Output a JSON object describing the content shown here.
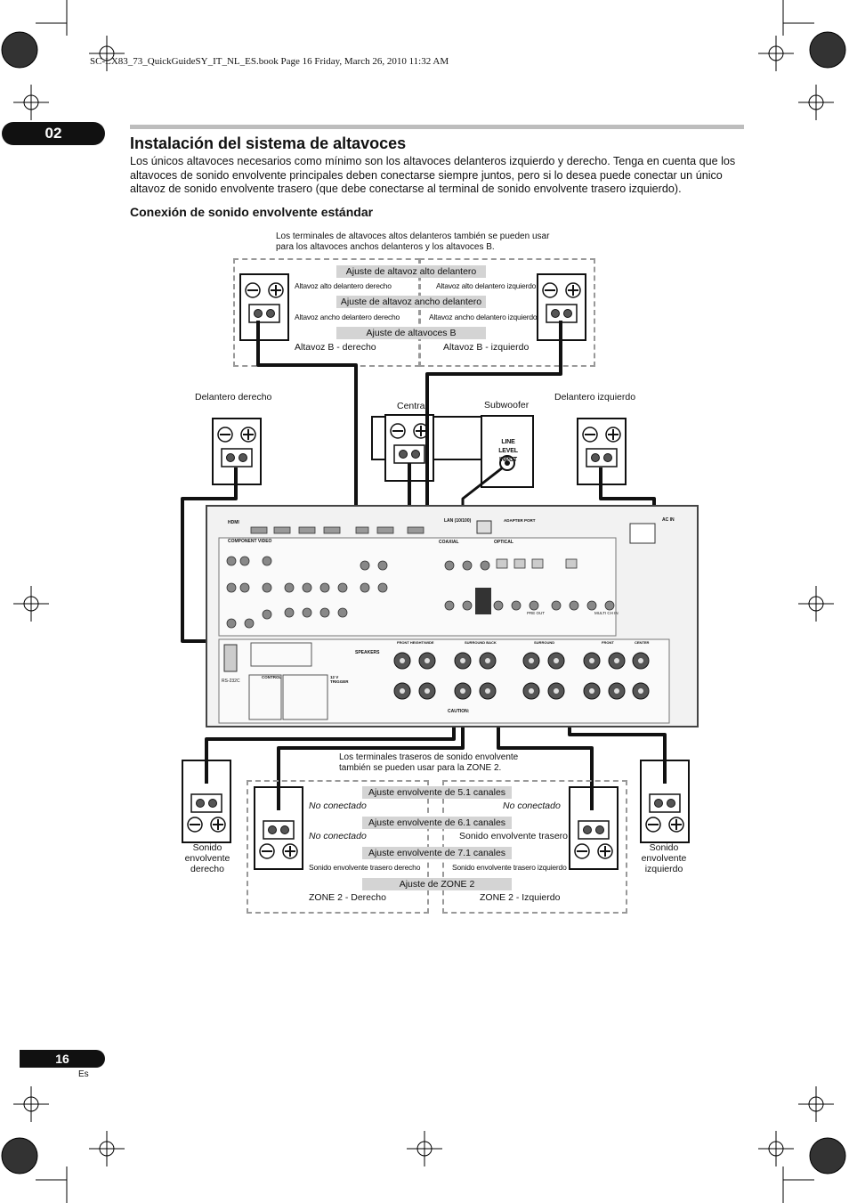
{
  "header": {
    "file_line": "SC-LX83_73_QuickGuideSY_IT_NL_ES.book  Page 16  Friday, March 26, 2010  11:32 AM",
    "chapter": "02"
  },
  "section": {
    "title": "Instalación del sistema de altavoces",
    "intro": "Los únicos altavoces necesarios como mínimo son los altavoces delanteros izquierdo y derecho. Tenga en cuenta que los altavoces de sonido envolvente principales deben conectarse siempre juntos, pero si lo desea puede conectar un único altavoz de sonido envolvente trasero (que debe conectarse al terminal de sonido envolvente trasero izquierdo).",
    "subtitle": "Conexión de sonido envolvente estándar"
  },
  "diagram": {
    "top_note": "Los terminales de altavoces altos delanteros también se pueden usar para los altavoces anchos delanteros y los altavoces B.",
    "top_bars": [
      "Ajuste de altavoz alto delantero",
      "Ajuste de altavoz ancho delantero",
      "Ajuste de altavoces B"
    ],
    "top_left_small": [
      "Altavoz alto delantero derecho",
      "Altavoz ancho delantero derecho"
    ],
    "top_right_small": [
      "Altavoz alto delantero izquierdo",
      "Altavoz ancho delantero izquierdo"
    ],
    "b_right": "Altavoz B - derecho",
    "b_left": "Altavoz B - izquierdo",
    "front_right": "Delantero derecho",
    "center": "Central",
    "subwoofer": "Subwoofer",
    "front_left": "Delantero izquierdo",
    "sub_input": "LINE LEVEL INPUT",
    "bottom_note": "Los terminales traseros de sonido envolvente también se pueden usar para la ZONE 2.",
    "bottom_bars": [
      "Ajuste envolvente de 5.1 canales",
      "Ajuste envolvente de 6.1 canales",
      "Ajuste envolvente de 7.1 canales",
      "Ajuste de ZONE 2"
    ],
    "no_conectado": "No conectado",
    "surround_back": "Sonido envolvente trasero",
    "surround_back_right": "Sonido envolvente trasero derecho",
    "surround_back_left": "Sonido envolvente trasero izquierdo",
    "zone2_right": "ZONE 2 - Derecho",
    "zone2_left": "ZONE 2 - Izquierdo",
    "surround_right": "Sonido envolvente derecho",
    "surround_left": "Sonido envolvente izquierdo",
    "receiver_labels": {
      "hdmi": "HDMI",
      "component_video": "COMPONENT VIDEO",
      "lan": "LAN (10/100)",
      "adapter_port": "ADAPTER PORT",
      "ac_in": "AC IN",
      "coaxial": "COAXIAL",
      "optical": "OPTICAL",
      "speakers": "SPEAKERS",
      "front_height": "FRONT HEIGHT/WIDE",
      "surround_back": "SURROUND BACK",
      "surround": "SURROUND",
      "front": "FRONT",
      "center": "CENTER",
      "rs232c": "RS-232C",
      "control": "CONTROL",
      "trigger": "12 V TRIGGER",
      "caution": "CAUTION:",
      "pre_out": "PRE OUT",
      "multi_ch_in": "MULTI CH IN"
    }
  },
  "footer": {
    "page_number": "16",
    "lang": "Es"
  }
}
